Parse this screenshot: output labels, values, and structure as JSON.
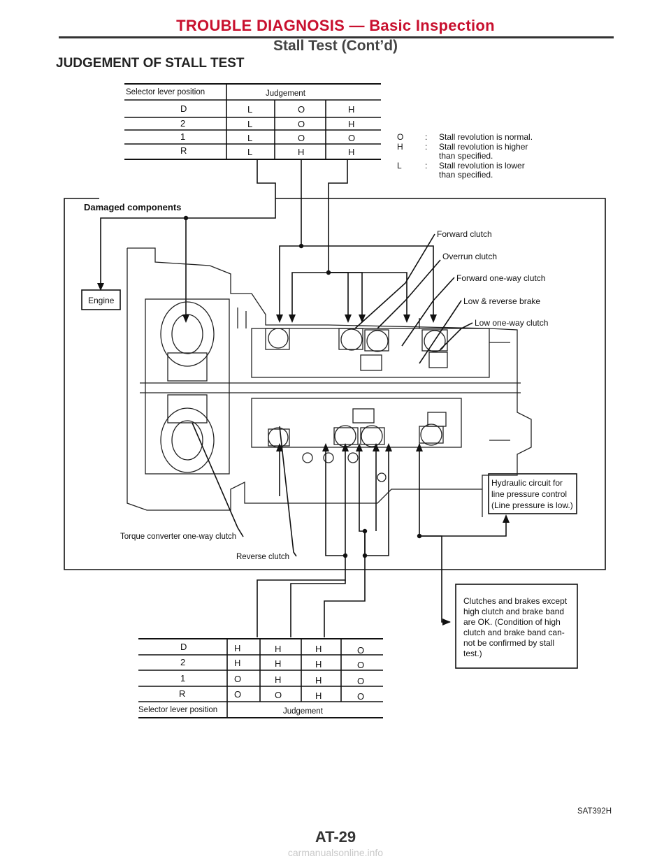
{
  "header": {
    "section_title": "TROUBLE DIAGNOSIS — Basic Inspection",
    "subtitle": "Stall Test (Cont’d)"
  },
  "heading": "JUDGEMENT OF STALL TEST",
  "top_table": {
    "col_selector": "Selector lever position",
    "col_judgement": "Judgement",
    "rows": [
      {
        "pos": "D",
        "vals": [
          "L",
          "O",
          "H"
        ]
      },
      {
        "pos": "2",
        "vals": [
          "L",
          "O",
          "H"
        ]
      },
      {
        "pos": "1",
        "vals": [
          "L",
          "O",
          "O"
        ]
      },
      {
        "pos": "R",
        "vals": [
          "L",
          "H",
          "H"
        ]
      }
    ]
  },
  "legend": [
    {
      "sym": "O",
      "sep": ":",
      "lines": [
        "Stall revolution is normal."
      ]
    },
    {
      "sym": "H",
      "sep": ":",
      "lines": [
        "Stall revolution is higher",
        "than specified."
      ]
    },
    {
      "sym": "L",
      "sep": ":",
      "lines": [
        "Stall revolution is lower",
        "than specified."
      ]
    }
  ],
  "diagram": {
    "title": "Damaged components",
    "engine": "Engine",
    "callouts": {
      "forward_clutch": "Forward clutch",
      "overrun_clutch": "Overrun clutch",
      "forward_oneway": "Forward one-way clutch",
      "low_reverse_brake": "Low & reverse brake",
      "low_oneway": "Low one-way clutch",
      "torque_conv": "Torque converter one-way clutch",
      "reverse_clutch": "Reverse clutch"
    },
    "hydraulic": [
      "Hydraulic circuit for",
      "line pressure control",
      "(Line pressure is low.)"
    ]
  },
  "result_box": [
    "Clutches and brakes except",
    "high clutch and brake band",
    "are OK. (Condition of high",
    "clutch and brake band can-",
    "not be confirmed by stall",
    "test.)"
  ],
  "bottom_table": {
    "col_selector": "Selector lever position",
    "col_judgement": "Judgement",
    "rows": [
      {
        "pos": "D",
        "vals": [
          "H",
          "H",
          "H",
          "O"
        ]
      },
      {
        "pos": "2",
        "vals": [
          "H",
          "H",
          "H",
          "O"
        ]
      },
      {
        "pos": "1",
        "vals": [
          "O",
          "H",
          "H",
          "O"
        ]
      },
      {
        "pos": "R",
        "vals": [
          "O",
          "O",
          "H",
          "O"
        ]
      }
    ]
  },
  "figure_code": "SAT392H",
  "page_number": "AT-29",
  "watermark": "carmanualsonline.info"
}
